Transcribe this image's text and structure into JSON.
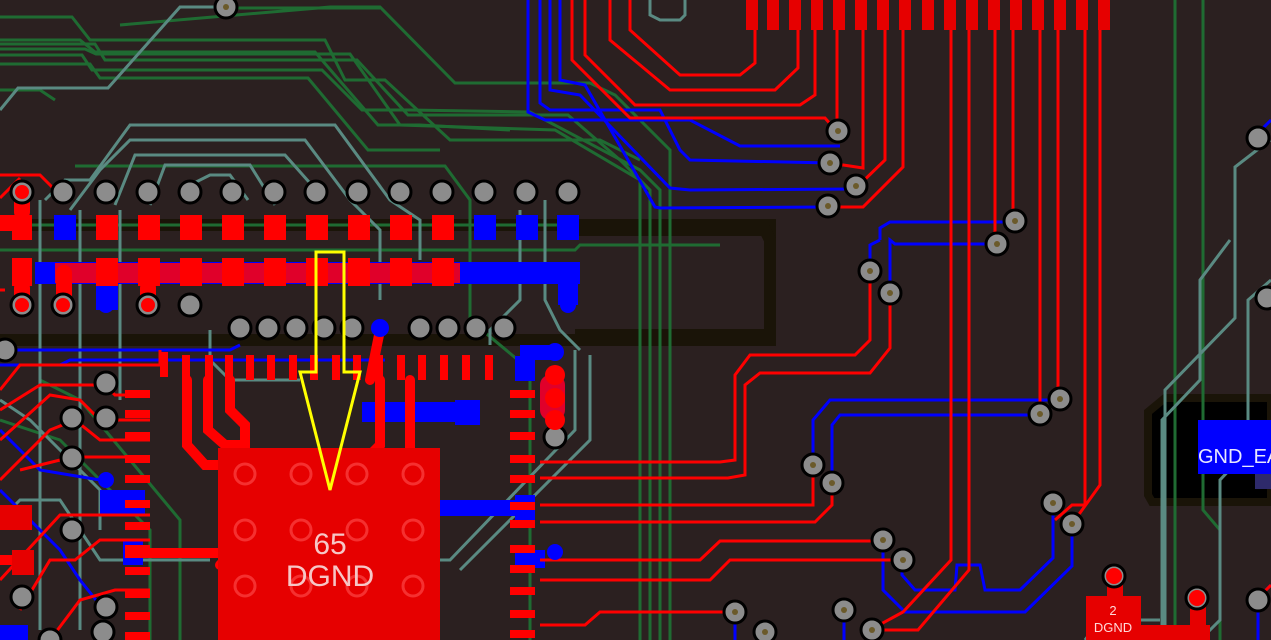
{
  "app": {
    "view": "PCB layout editor - board canvas",
    "layers_visible": [
      "Top Layer",
      "Bottom Layer",
      "Mid Layer 1",
      "Mid Layer 2",
      "Top Overlay",
      "Keep-Out"
    ]
  },
  "colors": {
    "background": "#2b2020",
    "top_layer": "#ff0000",
    "bottom_layer": "#0000ff",
    "mid_layer_1": "#1f6b32",
    "mid_layer_2": "#5a8a82",
    "via_ring": "#8c8c8c",
    "via_hole": "#6b5a2a",
    "solder_mask_outline": "#1a1408",
    "annotation_arrow": "#ffff00",
    "component_pad": "#e60000"
  },
  "components": {
    "ic_exposed_pad": {
      "pin_number": "65",
      "net_name": "DGND"
    },
    "smd_pad_2": {
      "pin_number": "2",
      "net_name": "DGND"
    },
    "bottom_polygon": {
      "net_name": "GND_EA"
    }
  },
  "annotation": {
    "type": "arrow",
    "direction": "down",
    "target": "ic_exposed_pad",
    "color": "#ffff00"
  }
}
